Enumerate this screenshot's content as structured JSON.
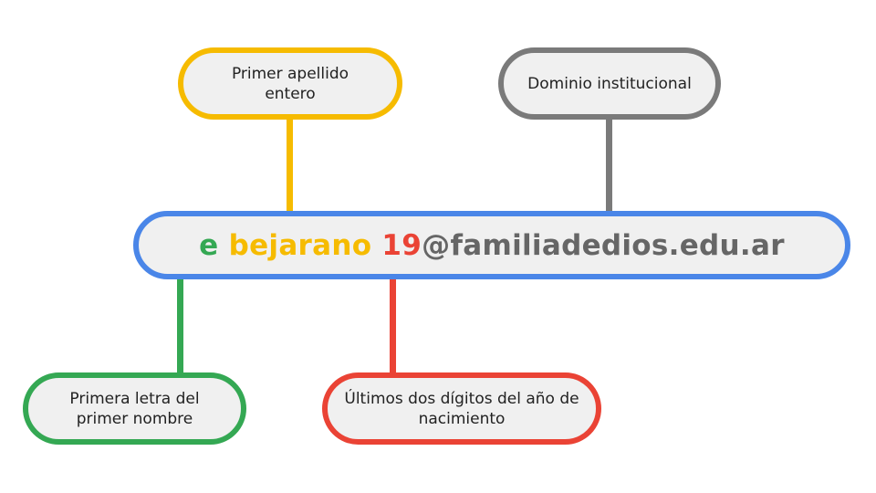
{
  "colors": {
    "yellow": "#f6bb00",
    "gray": "#7a7a7a",
    "blue": "#4a86e8",
    "green": "#34a853",
    "red": "#ea4335",
    "domain_text": "#666666",
    "box_fill": "#f0f0f0"
  },
  "email": {
    "first_initial": "e",
    "surname": "bejarano",
    "birth_digits": "19",
    "domain": "@familiadedios.edu.ar"
  },
  "labels": {
    "surname_box": "Primer apellido entero",
    "domain_box": "Dominio institucional",
    "initial_box": "Primera letra del primer nombre",
    "digits_box": "Últimos dos dígitos del año de nacimiento"
  }
}
